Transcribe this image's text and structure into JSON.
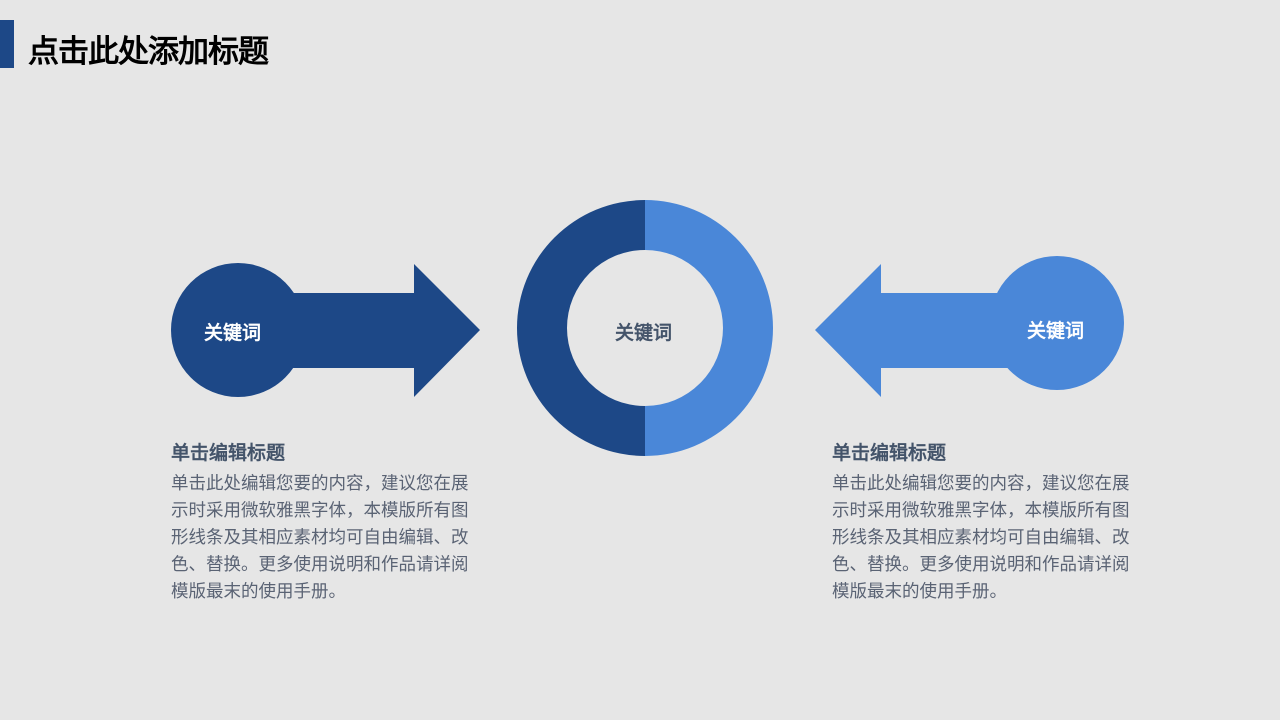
{
  "header": {
    "title": "点击此处添加标题"
  },
  "colors": {
    "dark": "#1d4887",
    "light": "#4a87d8",
    "background": "#e6e6e6"
  },
  "left": {
    "keyword": "关键词",
    "heading": "单击编辑标题",
    "body": "单击此处编辑您要的内容，建议您在展示时采用微软雅黑字体，本模版所有图形线条及其相应素材均可自由编辑、改色、替换。更多使用说明和作品请详阅模版最末的使用手册。"
  },
  "center": {
    "keyword": "关键词"
  },
  "right": {
    "keyword": "关键词",
    "heading": "单击编辑标题",
    "body": "单击此处编辑您要的内容，建议您在展示时采用微软雅黑字体，本模版所有图形线条及其相应素材均可自由编辑、改色、替换。更多使用说明和作品请详阅模版最末的使用手册。"
  }
}
